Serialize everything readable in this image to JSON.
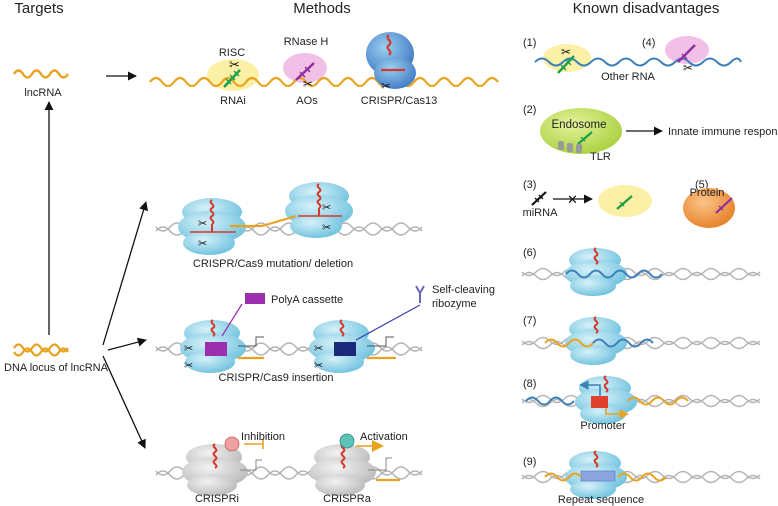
{
  "headers": {
    "targets": "Targets",
    "methods": "Methods",
    "disadvantages": "Known disadvantages"
  },
  "targets": {
    "lncrna": "lncRNA",
    "dna_locus": "DNA locus of lncRNA"
  },
  "methods": {
    "risc": "RISC",
    "rnai": "RNAi",
    "rnase_h": "RNase H",
    "aos": "AOs",
    "cas13": "CRISPR/Cas13",
    "cas9_mut": "CRISPR/Cas9 mutation/ deletion",
    "polya": "PolyA cassette",
    "self_cleaving_1": "Self-cleaving",
    "self_cleaving_2": "ribozyme",
    "cas9_ins": "CRISPR/Cas9 insertion",
    "inhibition": "Inhibition",
    "activation": "Activation",
    "crispri": "CRISPRi",
    "crispra": "CRISPRa"
  },
  "disadvantages": {
    "n1": "(1)",
    "n2": "(2)",
    "n3": "(3)",
    "n4": "(4)",
    "n5": "(5)",
    "n6": "(6)",
    "n7": "(7)",
    "n8": "(8)",
    "n9": "(9)",
    "other_rna": "Other RNA",
    "endosome": "Endosome",
    "tlr": "TLR",
    "innate": "Innate immune response",
    "mirna": "miRNA",
    "protein": "Protein",
    "promoter": "Promoter",
    "repeat": "Repeat sequence"
  },
  "colors": {
    "lncrna": "#e8a21f",
    "other_rna": "#3d7fb8",
    "dna_grey": "#b4b4b4",
    "cas_blue": "#8fd0e6",
    "cas_grey": "#c8c8c8",
    "guide_red": "#d43b2c",
    "rnai_green": "#1e9e4a",
    "ao_purple": "#8e2f9e",
    "risc_yellow": "#fbf0a6",
    "rnase_pink": "#f2bfe6",
    "endosome_green": "#c7e26a",
    "protein_orange": "#f09a45",
    "polya_purple": "#9b2fae",
    "ribozyme_navy": "#1b2a7a",
    "promoter_red": "#e0402d"
  }
}
